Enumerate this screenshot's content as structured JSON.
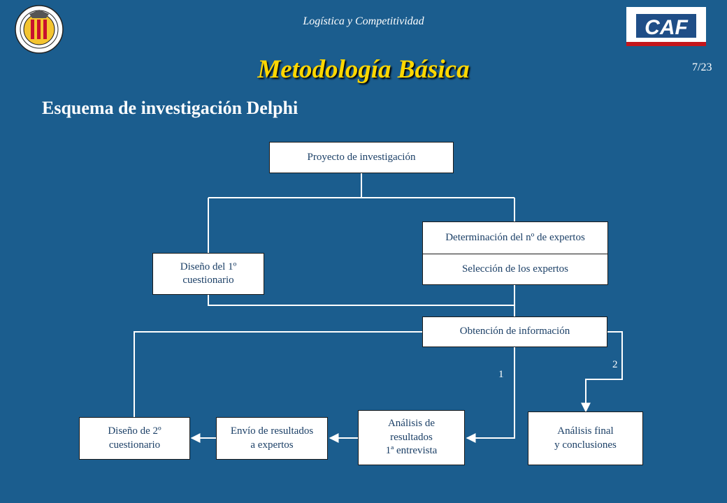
{
  "header": {
    "subtitle": "Logística y Competitividad",
    "page_number": "7/23",
    "title": "Metodología Básica",
    "logo_right_text": "CAF"
  },
  "heading": "Esquema de investigación Delphi",
  "diagram": {
    "nodes": {
      "project": "Proyecto de investigación",
      "design_first": "Diseño del 1º\ncuestionario",
      "num_experts": "Determinación del nº de expertos",
      "select_experts": "Selección de los expertos",
      "obtain_info": "Obtención de información",
      "design_second": "Diseño de 2º\ncuestionario",
      "send_results": "Envío de resultados\na expertos",
      "analysis_results": "Análisis  de\nresultados\n 1ª entrevista",
      "final_analysis": "Análisis  final\n y conclusiones"
    },
    "edge_labels": {
      "path_1": "1",
      "path_2": "2"
    }
  },
  "colors": {
    "background": "#1b5d8e",
    "title": "#ffd700",
    "box_text": "#1b3f66",
    "lines": "#ffffff",
    "caf_red": "#c4161c"
  }
}
